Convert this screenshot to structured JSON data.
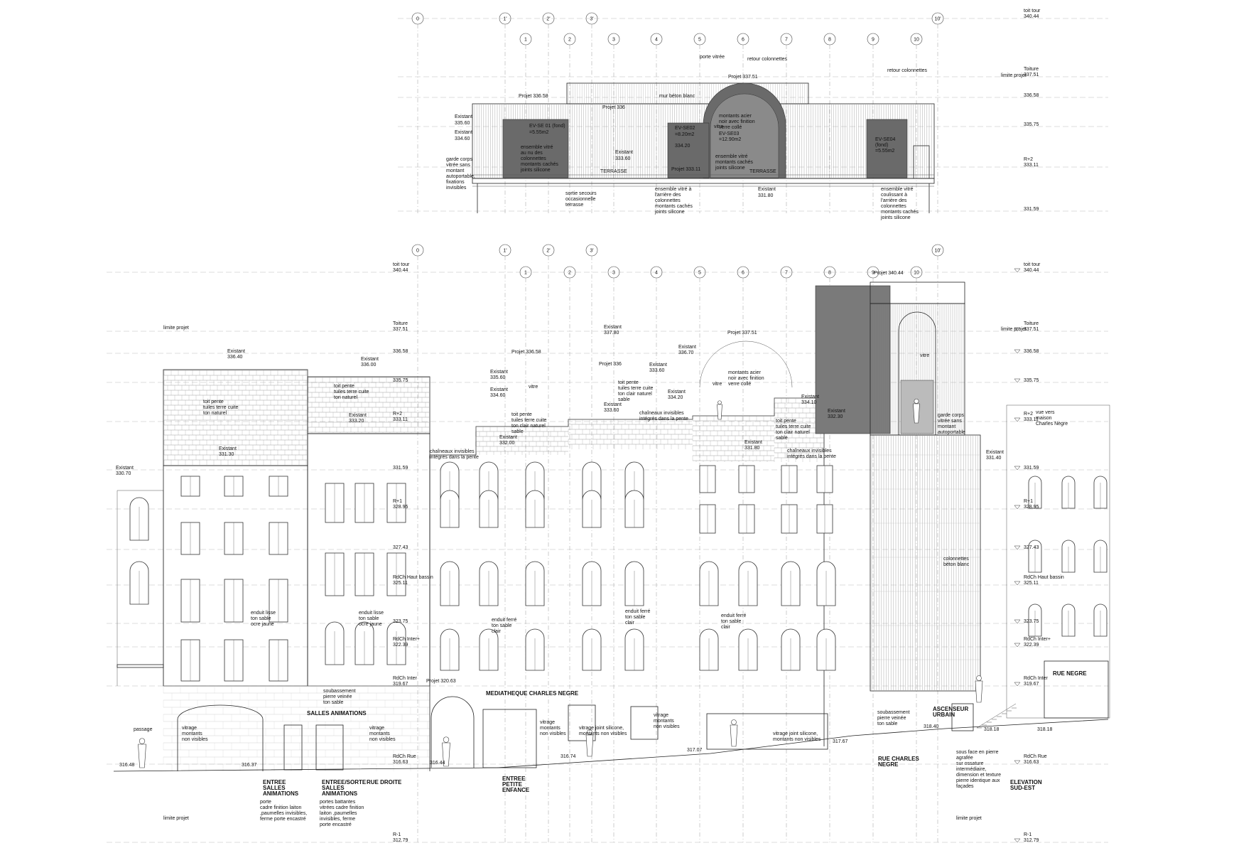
{
  "grid_axes": [
    "0",
    "1'",
    "2'",
    "3'",
    "1",
    "2",
    "3",
    "4",
    "5",
    "6",
    "7",
    "8",
    "9",
    "10",
    "10'"
  ],
  "levels": [
    {
      "name": "toit tour",
      "value": "340.44"
    },
    {
      "name": "Toiture",
      "value": "337.51"
    },
    {
      "name": "",
      "value": "336.58"
    },
    {
      "name": "",
      "value": "335.75"
    },
    {
      "name": "R+2",
      "value": "333.11"
    },
    {
      "name": "",
      "value": "331.59"
    },
    {
      "name": "R+1",
      "value": "328.95"
    },
    {
      "name": "",
      "value": "327.43"
    },
    {
      "name": "RdCh Haut bassin",
      "value": "325.11"
    },
    {
      "name": "",
      "value": "323.75"
    },
    {
      "name": "RdCh Inter+",
      "value": "322.39"
    },
    {
      "name": "RdCh Inter",
      "value": "319.67"
    },
    {
      "name": "RdCh Rue",
      "value": "316.63"
    },
    {
      "name": "R-1",
      "value": "312.79"
    }
  ],
  "plan": {
    "limite_projet": "limite projet",
    "porte_vitree": "porte vitrée",
    "retour_colonnettes_1": "retour colonnettes",
    "retour_colonnettes_2": "retour colonnettes",
    "projet_top": "Projet 337.51",
    "projet_left": "Projet 336.58",
    "projet_mid": "Projet 336",
    "mur_beton": "mur béton blanc",
    "existant_a": "Existant",
    "existant_a_val": "335.60",
    "existant_b": "Existant",
    "existant_b_val": "334.60",
    "existant_c": "Existant",
    "existant_c_val": "333.60",
    "existant_d": "Existant",
    "existant_d_val": "331.80",
    "projet_333": "Projet 333.11",
    "ev1_a": "EV-SE 01 (fond)",
    "ev1_b": "=5.55m2",
    "ev2_a": "EV-SE02",
    "ev2_b": "=8.20m2",
    "ev3_a": "EV-SE03",
    "ev3_b": "=12.90m2",
    "ev4_a": "EV-SE04",
    "ev4_b": "(fond)",
    "ev4_c": "=5.55m2",
    "ex_334_20": "334.20",
    "montants_1": "montants acier",
    "montants_2": "noir avec finition",
    "montants_3": "verre collé",
    "vitre": "vitre",
    "ens1_1": "ensemble vitré",
    "ens1_2": "au nu des",
    "ens1_3": "colonnettes",
    "ens1_4": "montants cachés",
    "ens1_5": "joints silicone",
    "ens2_1": "ensemble vitré",
    "ens2_2": "montants cachés",
    "ens2_3": "joints silicone",
    "terrasse_1": "TERRASSE",
    "terrasse_2": "TERRASSE",
    "garde_1": "garde corps",
    "garde_2": "vitrée sans",
    "garde_3": "montant",
    "garde_4": "autoportable,",
    "garde_5": "fixations",
    "garde_6": "invisibles",
    "sortie_1": "sortie secours",
    "sortie_2": "occasionnelle",
    "sortie_3": "terrasse",
    "arr_1": "ensemble vitré à",
    "arr_2": "l'arrière des",
    "arr_3": "colonnettes",
    "arr_4": "montants cachés",
    "arr_5": "joints silicone",
    "coul_1": "ensemble vitré",
    "coul_2": "coulissant à",
    "coul_3": "l'arrière des",
    "coul_4": "colonnettes",
    "coul_5": "montants cachés",
    "coul_6": "joints silicone"
  },
  "elev": {
    "limite_projet_1": "limite projet",
    "limite_projet_2": "limite projet",
    "limite_projet_3": "limite projet",
    "limite_projet_4": "limite projet",
    "projet_340": "Projet 340.44",
    "projet_337": "Projet 337.51",
    "projet_336_58": "Projet 336.58",
    "projet_336": "Projet 336",
    "projet_320": "Projet 320.63",
    "ex_336_40": "336.40",
    "ex_336_00": "336.00",
    "ex_333_20": "333.20",
    "ex_331_30": "331.30",
    "ex_330_70": "330.70",
    "ex_337_80": "337.80",
    "ex_336_70": "336.70",
    "ex_335_60": "335.60",
    "ex_334_60": "334.60",
    "ex_333_60": "333.60",
    "ex_333_60b": "333.60",
    "ex_334_20": "334.20",
    "ex_332_00": "332.00",
    "ex_334_10": "334.10",
    "ex_332_30": "332.30",
    "ex_331_80": "331.80",
    "ex_331_40": "331.40",
    "existant": "Existant",
    "toit1_1": "toit pente",
    "toit1_2": "tuiles terre cuite",
    "toit1_3": "ton naturel",
    "toit2_1": "toit pente",
    "toit2_2": "tuiles terre cuite",
    "toit2_3": "ton naturel",
    "toit3_1": "toit pente",
    "toit3_2": "tuiles terre cuite",
    "toit3_3": "ton clair naturel",
    "toit3_4": "sable",
    "toit4_1": "toit pente",
    "toit4_2": "tuiles terre cuite",
    "toit4_3": "ton clair naturel",
    "toit4_4": "sable",
    "toit5_1": "toit pente",
    "toit5_2": "tuiles terre cuite",
    "toit5_3": "ton clair naturel",
    "toit5_4": "sable",
    "chain1_1": "chaîneaux invisibles",
    "chain1_2": "intégrés dans la pente",
    "chain2_1": "chaîneaux invisibles",
    "chain2_2": "intégrés dans la pente",
    "chain3_1": "chaîneaux invisibles",
    "chain3_2": "intégrés dans la pente",
    "vitre_1": "vitre",
    "vitre_2": "vitre",
    "vitre_3": "vitre",
    "mont_1": "montants acier",
    "mont_2": "noir avec finition",
    "mont_3": "verre collé",
    "garde_1": "garde corps",
    "garde_2": "vitrée sans",
    "garde_3": "montant",
    "garde_4": "autoportable",
    "vue_1": "vue vers",
    "vue_2": "maison",
    "vue_3": "Charles Nègre",
    "colon_1": "colonnettes",
    "colon_2": "béton blanc",
    "enduit1_1": "enduit lisse",
    "enduit1_2": "ton sable",
    "enduit1_3": "ocre jaune",
    "enduit2_1": "enduit lisse",
    "enduit2_2": "ton sable",
    "enduit2_3": "ocre jaune",
    "enduit3_1": "enduit ferré",
    "enduit3_2": "ton sable",
    "enduit3_3": "clair",
    "enduit4_1": "enduit ferré",
    "enduit4_2": "ton sable",
    "enduit4_3": "clair",
    "enduit5_1": "enduit ferré",
    "enduit5_2": "ton sable",
    "enduit5_3": "clair",
    "souba1_1": "soubassement",
    "souba1_2": "pierre veinée",
    "souba1_3": "ton sable",
    "souba2_1": "soubassement",
    "souba2_2": "pierre veinée",
    "souba2_3": "ton sable",
    "salles": "SALLES ANIMATIONS",
    "mediatheque": "MEDIATHEQUE CHARLES NEGRE",
    "passage": "passage",
    "vit1_1": "vitrage",
    "vit1_2": "montants",
    "vit1_3": "non visibles",
    "vit2_1": "vitrage",
    "vit2_2": "montants",
    "vit2_3": "non visibles",
    "vit3_1": "vitrage",
    "vit3_2": "montants",
    "vit3_3": "non visibles",
    "vit4_1": "vitrage joint silicone,",
    "vit4_2": "montants non visibles",
    "vit5_1": "vitrage",
    "vit5_2": "montants",
    "vit5_3": "non visibles",
    "vit6_1": "vitrage joint silicone,",
    "vit6_2": "montants non visibles",
    "asc_1": "ASCENSEUR",
    "asc_2": "URBAIN",
    "rue_negre": "RUE NEGRE",
    "rue_droite": "RUE DROITE",
    "rue_cn_1": "RUE CHARLES",
    "rue_cn_2": "NEGRE",
    "entree1_1": "ENTREE",
    "entree1_2": "SALLES",
    "entree1_3": "ANIMATIONS",
    "entree2_1": "ENTREE/SORTE",
    "entree2_2": "SALLES",
    "entree2_3": "ANIMATIONS",
    "entree3_1": "ENTREE",
    "entree3_2": "PETITE",
    "entree3_3": "ENFANCE",
    "porte1_1": "porte",
    "porte1_2": "cadre finition laiton",
    "porte1_3": ",paumelles invisibles,",
    "porte1_4": "ferme porte encastré",
    "porte2_1": "portes battantes",
    "porte2_2": "vitrées cadre finition",
    "porte2_3": "laiton ,paumelles",
    "porte2_4": "invisibles,   ferme",
    "porte2_5": "porte encastré",
    "sous_1": "sous face en pierre",
    "sous_2": "agrafée",
    "sous_3": "sur ossature",
    "sous_4": "intermédiaire,",
    "sous_5": "dimension et texture",
    "sous_6": "pierre identique aux",
    "sous_7": "façades",
    "elevation_1": "ELEVATION",
    "elevation_2": "SUD-EST",
    "s316_48": "316.48",
    "s316_37": "316.37",
    "s316_44": "316.44",
    "s316_74": "316.74",
    "s317_07": "317.07",
    "s317_67": "317.67",
    "s318_40": "318.40",
    "s318_18a": "318.18",
    "s318_18b": "318.18"
  }
}
